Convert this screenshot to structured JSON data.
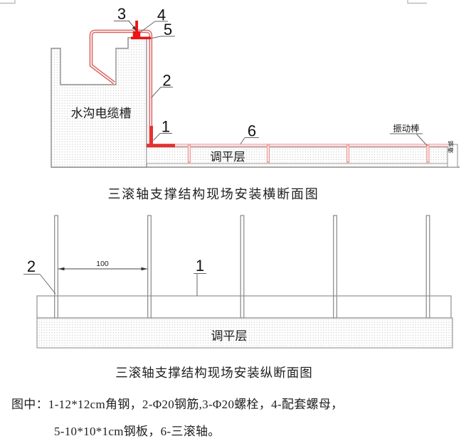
{
  "top_diagram": {
    "title": "三滚轴支撑结构现场安装横断面图",
    "wall_label": "水沟电缆槽",
    "layer_label": "调平层",
    "vibrator_label": "振动棒",
    "steel_form_label": "钢模",
    "callouts": {
      "c1": "1",
      "c2": "2",
      "c3": "3",
      "c4": "4",
      "c5": "5",
      "c6": "6"
    }
  },
  "bottom_diagram": {
    "title": "三滚轴支撑结构现场安装纵断面图",
    "layer_label": "调平层",
    "dimension_label": "100",
    "callouts": {
      "c1": "1",
      "c2": "2"
    }
  },
  "legend": {
    "line1": "图中：1-12*12cm角钢，2-Φ20钢筋,3-Φ20螺栓，4-配套螺母，",
    "line2": "5-10*10*1cm钢板，6-三滚轴。"
  },
  "colors": {
    "rebar_red": "#dd5f5f",
    "roller_pink": "#efa0a0",
    "bright_red": "#ea1414",
    "angle_red": "#e63030",
    "line_gray": "#8f8f8f",
    "dot_gray": "#b5b5b5"
  }
}
